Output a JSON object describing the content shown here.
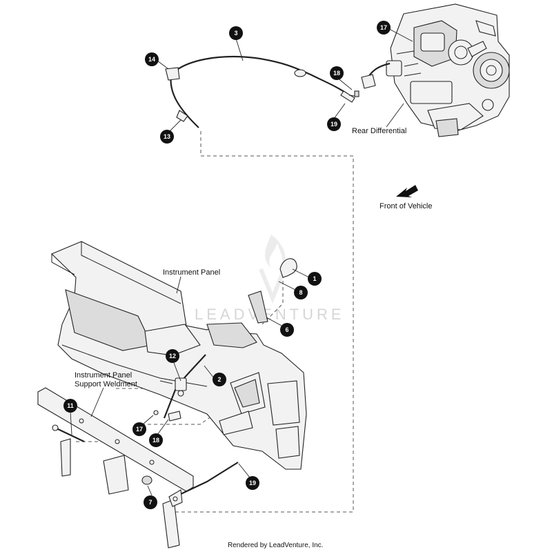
{
  "labels": {
    "rear_differential": "Rear Differential",
    "front_of_vehicle": "Front of Vehicle",
    "instrument_panel": "Instrument Panel",
    "support_weldment_line1": "Instrument Panel",
    "support_weldment_line2": "Support Weldment"
  },
  "callouts": [
    "1",
    "2",
    "3",
    "6",
    "7",
    "8",
    "11",
    "12",
    "13",
    "14",
    "17",
    "18",
    "19"
  ],
  "watermark": "LEADVENTURE",
  "footer": "Rendered by LeadVenture, Inc.",
  "icons": [
    "front-direction-arrow-icon",
    "leadventure-watermark-icon"
  ]
}
